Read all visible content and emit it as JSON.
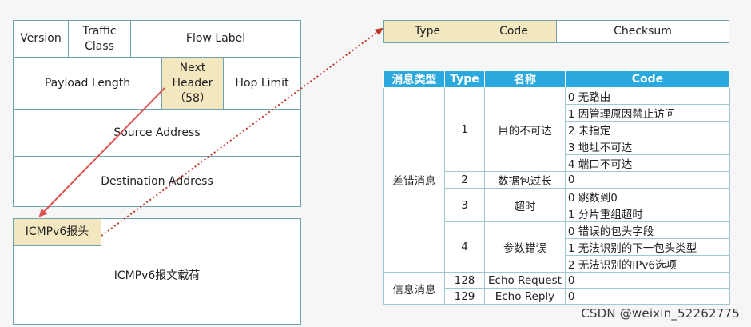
{
  "ipv6_header": {
    "version": "Version",
    "traffic_class": "Traffic\nClass",
    "flow_label": "Flow Label",
    "payload_length": "Payload Length",
    "next_header": "Next\nHeader\n（58）",
    "hop_limit": "Hop Limit",
    "source_address": "Source Address",
    "destination_address": "Destination Address"
  },
  "icmp_packet": {
    "header_label": "ICMPv6报头",
    "payload_label": "ICMPv6报文载荷"
  },
  "icmp_header_fields": {
    "type": "Type",
    "code": "Code",
    "checksum": "Checksum"
  },
  "message_table": {
    "headers": [
      "消息类型",
      "Type",
      "名称",
      "Code"
    ],
    "error_category": "差错消息",
    "info_category": "信息消息",
    "rows": [
      {
        "type": "1",
        "name": "目的不可达",
        "codes": [
          "0 无路由",
          "1 因管理原因禁止访问",
          "2 未指定",
          "3 地址不可达",
          "4 端口不可达"
        ]
      },
      {
        "type": "2",
        "name": "数据包过长",
        "codes": [
          "0"
        ]
      },
      {
        "type": "3",
        "name": "超时",
        "codes": [
          "0 跳数到0",
          "1 分片重组超时"
        ]
      },
      {
        "type": "4",
        "name": "参数错误",
        "codes": [
          "0 错误的包头字段",
          "1 无法识别的下一包头类型",
          "2 无法识别的IPv6选项"
        ]
      },
      {
        "type": "128",
        "name": "Echo Request",
        "codes": [
          "0"
        ]
      },
      {
        "type": "129",
        "name": "Echo Reply",
        "codes": [
          "0"
        ]
      }
    ]
  },
  "colors": {
    "table_header": "#29a9dd",
    "field_highlight": "#f3e7bf",
    "solid_arrow": "#d9534f",
    "dotted_arrow": "#c0392b"
  },
  "watermark": "CSDN @weixin_52262775"
}
